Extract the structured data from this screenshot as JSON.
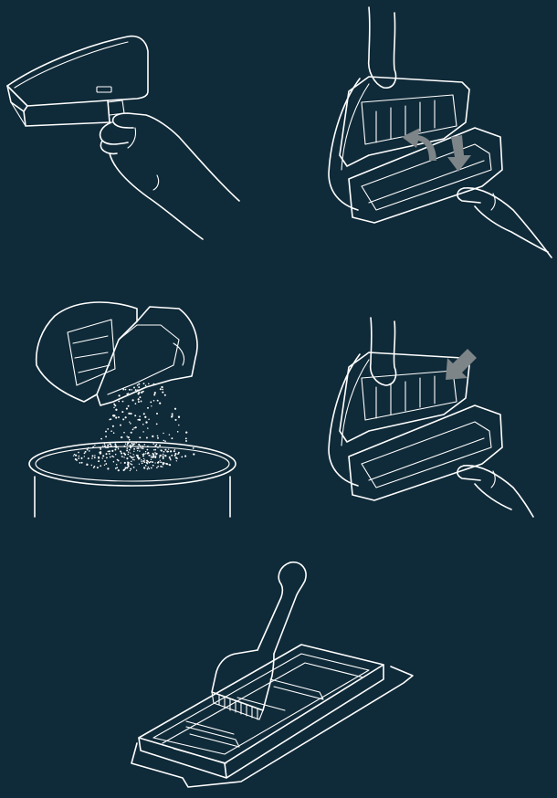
{
  "colors": {
    "background": "#0f2a38",
    "line": "#ffffff",
    "arrow": "#7d8589"
  },
  "steps": [
    {
      "id": 1,
      "action": "press-release-and-pull-out-dustbin"
    },
    {
      "id": 2,
      "action": "open-dustbin-lid"
    },
    {
      "id": 3,
      "action": "empty-dust-into-trash-can"
    },
    {
      "id": 4,
      "action": "close-dustbin-lid"
    },
    {
      "id": 5,
      "action": "clean-filter-with-brush"
    }
  ],
  "icons": [
    "dustbin-icon",
    "hand-icon",
    "arrow-icon",
    "trash-can-icon",
    "filter-icon",
    "cleaning-brush-icon"
  ]
}
